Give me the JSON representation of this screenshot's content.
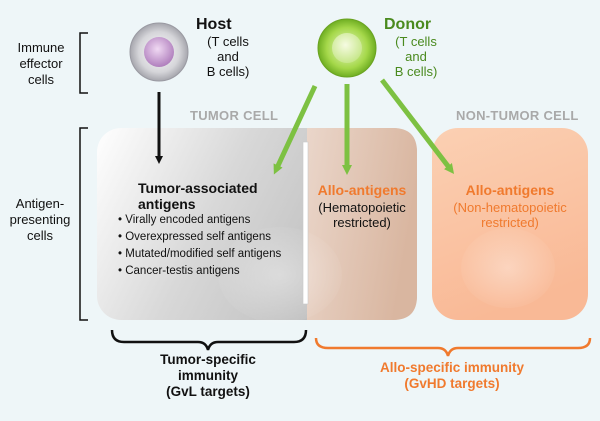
{
  "rows": {
    "immune_label": [
      "Immune",
      "effector",
      "cells"
    ],
    "antigen_label": [
      "Antigen-",
      "presenting",
      "cells"
    ]
  },
  "host": {
    "name": "Host",
    "sub": [
      "(T cells",
      "and",
      "B cells)"
    ],
    "color": "#b894c4"
  },
  "donor": {
    "name": "Donor",
    "sub": [
      "(T cells",
      "and",
      "B cells)"
    ],
    "color": "#8cc63f"
  },
  "tumor_cell": {
    "title": "TUMOR CELL",
    "tumor_assoc": {
      "title": [
        "Tumor-associated",
        "antigens"
      ],
      "items": [
        "Virally encoded antigens",
        "Overexpressed self antigens",
        "Mutated/modified self antigens",
        "Cancer-testis antigens"
      ]
    },
    "allo": {
      "title": "Allo-antigens",
      "sub": [
        "(Hematopoietic",
        "restricted)"
      ]
    }
  },
  "non_tumor_cell": {
    "title": "NON-TUMOR CELL",
    "allo": {
      "title": "Allo-antigens",
      "sub": [
        "(Non-hematopoietic",
        "restricted)"
      ]
    }
  },
  "tumor_immunity": [
    "Tumor-specific",
    "immunity",
    "(GvL targets)"
  ],
  "allo_immunity": [
    "Allo-specific immunity",
    "(GvHD targets)"
  ],
  "colors": {
    "orange": "#f07a2e",
    "green": "#7dc142",
    "donor_text": "#4a8a1e",
    "black": "#111111"
  }
}
